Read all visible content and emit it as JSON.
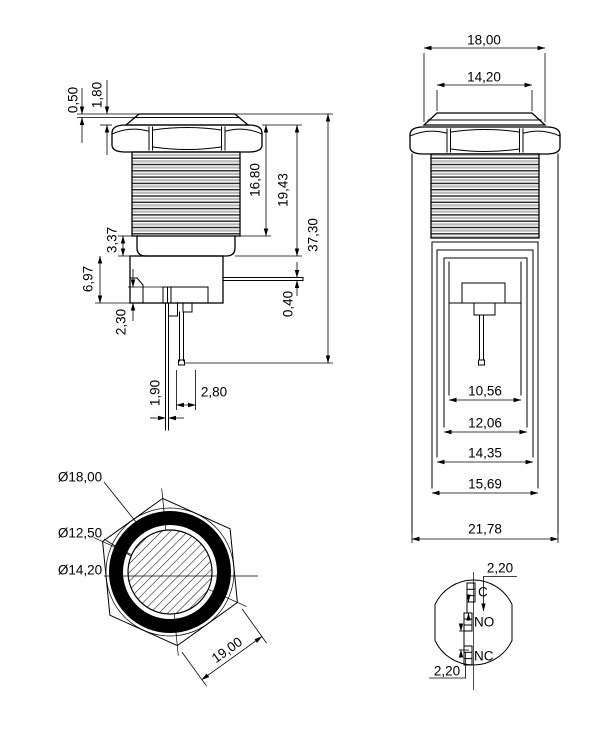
{
  "drawing": {
    "left_view": {
      "d_0_50": "0,50",
      "d_1_80": "1,80",
      "d_16_80": "16,80",
      "d_19_43": "19,43",
      "d_37_30": "37,30",
      "d_3_37": "3,37",
      "d_6_97": "6,97",
      "d_2_30": "2,30",
      "d_0_40": "0,40",
      "d_1_90": "1,90",
      "d_2_80": "2,80"
    },
    "right_view": {
      "d_18_00": "18,00",
      "d_14_20": "14,20",
      "d_10_56": "10,56",
      "d_12_06": "12,06",
      "d_14_35": "14,35",
      "d_15_69": "15,69",
      "d_21_78": "21,78"
    },
    "front_view": {
      "d_18_00": "Ø18,00",
      "d_12_50": "Ø12,50",
      "d_14_20": "Ø14,20",
      "d_19_00": "19,00"
    },
    "rear_view": {
      "d_top": "2,20",
      "d_bottom": "2,20",
      "t_c": "C",
      "t_no": "NO",
      "t_nc": "NC"
    },
    "colors": {
      "line": "#000000",
      "background": "#ffffff"
    }
  }
}
